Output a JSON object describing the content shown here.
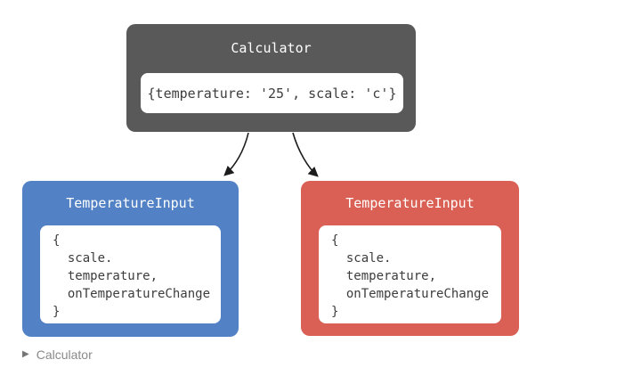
{
  "calculator": {
    "title": "Calculator",
    "state": "{temperature: '25', scale: 'c'}"
  },
  "temperature_input_left": {
    "title": "TemperatureInput",
    "props": "{\n  scale.\n  temperature,\n  onTemperatureChange\n}"
  },
  "temperature_input_right": {
    "title": "TemperatureInput",
    "props": "{\n  scale.\n  temperature,\n  onTemperatureChange\n}"
  },
  "tree": {
    "expander_icon": "▶",
    "label": "Calculator"
  },
  "colors": {
    "calculator_bg": "#595959",
    "left_bg": "#5282c5",
    "right_bg": "#da6055",
    "panel_bg": "#ffffff",
    "code_text": "#3d3d3d",
    "arrow_color": "#1c1c1c",
    "tree_text": "#8a8a8a",
    "tree_icon": "#757575"
  }
}
